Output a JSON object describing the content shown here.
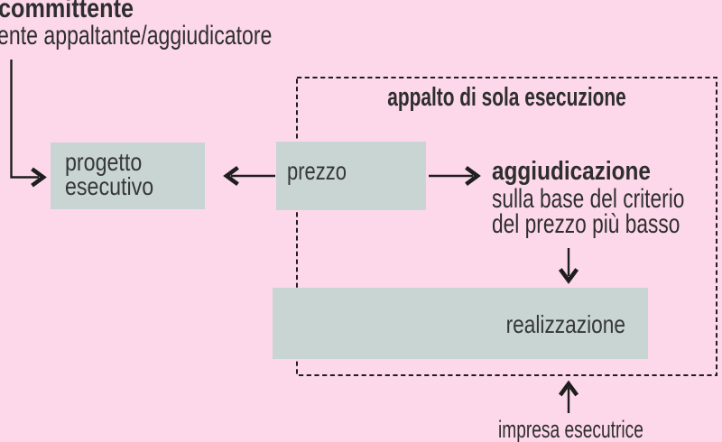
{
  "colors": {
    "background": "#fdd8ea",
    "node_fill": "#c8d5d2",
    "text": "#2e2e2e",
    "line": "#1e1e1e"
  },
  "header": {
    "title": "committente",
    "subtitle": "ente appaltante/aggiudicatore"
  },
  "group": {
    "label": "appalto di sola esecuzione"
  },
  "nodes": {
    "progetto_esecutivo": {
      "line1": "progetto",
      "line2": "esecutivo"
    },
    "prezzo": {
      "label": "prezzo"
    },
    "realizzazione": {
      "label": "realizzazione"
    }
  },
  "aggiudicazione": {
    "title": "aggiudicazione",
    "line1": "sulla base del criterio",
    "line2": "del prezzo più basso"
  },
  "footer": {
    "label": "impresa esecutrice"
  }
}
